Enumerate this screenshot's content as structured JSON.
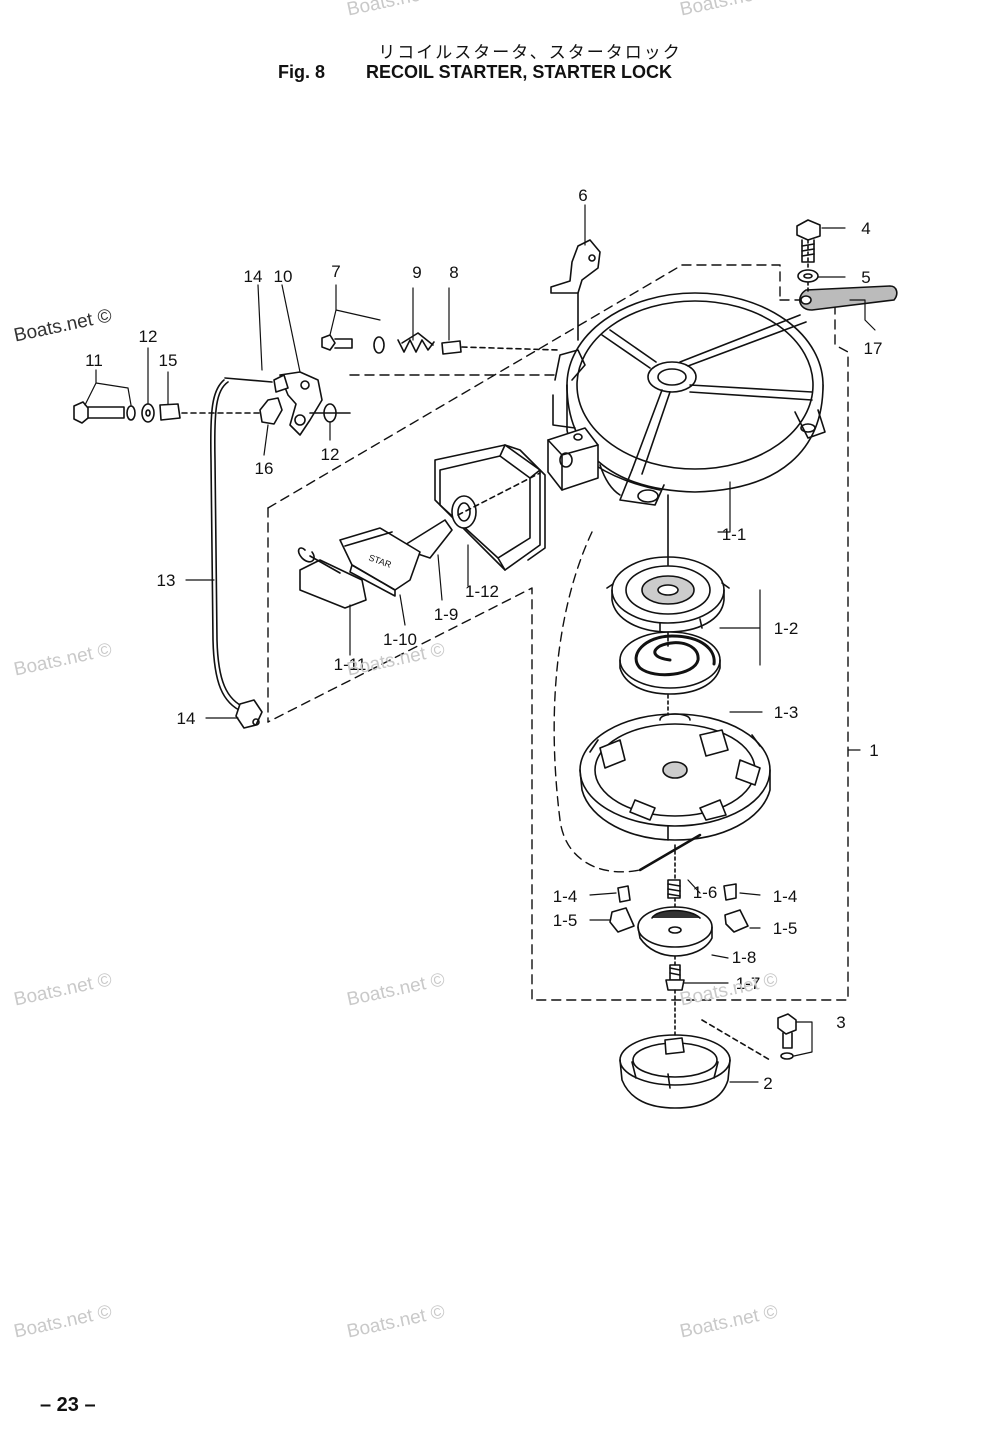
{
  "header": {
    "title_jp": "リコイルスタータ、スタータロック",
    "fig_label": "Fig. 8",
    "title_en": "RECOIL STARTER, STARTER LOCK"
  },
  "page_number": "– 23 –",
  "watermark_text": "Boats.net ©",
  "callouts": {
    "c6": "6",
    "c4": "4",
    "c5": "5",
    "c17": "17",
    "c14a": "14",
    "c10": "10",
    "c7": "7",
    "c9": "9",
    "c8": "8",
    "c11": "11",
    "c12a": "12",
    "c15": "15",
    "c16": "16",
    "c12b": "12",
    "c1_1": "1-1",
    "c13": "13",
    "c1_9": "1-9",
    "c1_12": "1-12",
    "c1_10": "1-10",
    "c1_11": "1-11",
    "c1_2": "1-2",
    "c14b": "14",
    "c1_3": "1-3",
    "c1": "1",
    "c1_4a": "1-4",
    "c1_6": "1-6",
    "c1_4b": "1-4",
    "c1_5a": "1-5",
    "c1_5b": "1-5",
    "c1_8": "1-8",
    "c1_7": "1-7",
    "c3": "3",
    "c2": "2"
  },
  "handle_text": "STAR"
}
